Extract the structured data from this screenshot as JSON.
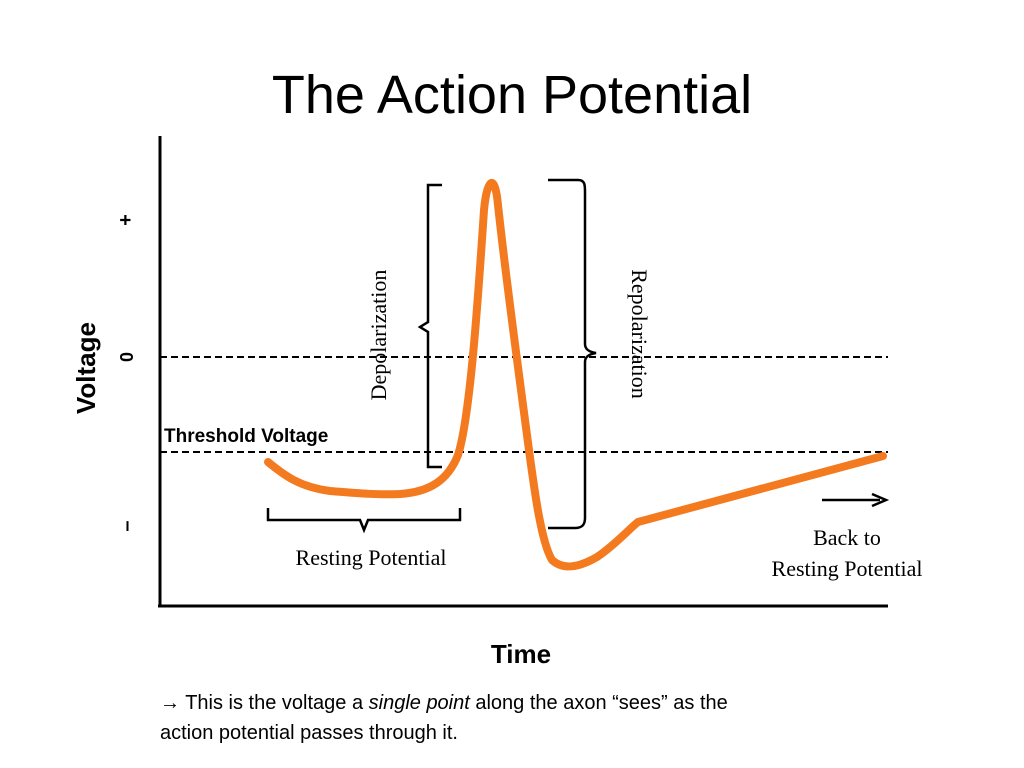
{
  "title": "The Action Potential",
  "axes": {
    "y_label": "Voltage",
    "y_ticks": {
      "plus": "+",
      "zero": "0",
      "minus": "–"
    },
    "x_label": "Time"
  },
  "threshold_label": "Threshold Voltage",
  "annotations": {
    "depolarization": "Depolarization",
    "repolarization": "Repolarization",
    "resting_potential": "Resting Potential",
    "back_to_line1": "Back to",
    "back_to_line2": "Resting Potential"
  },
  "caption": {
    "arrow": "→",
    "part1": " This is the voltage a ",
    "emphasis": "single point",
    "part2": " along the axon “sees” as the",
    "line2": "action potential passes through it."
  },
  "colors": {
    "curve": "#f47a20",
    "axis": "#000000"
  }
}
